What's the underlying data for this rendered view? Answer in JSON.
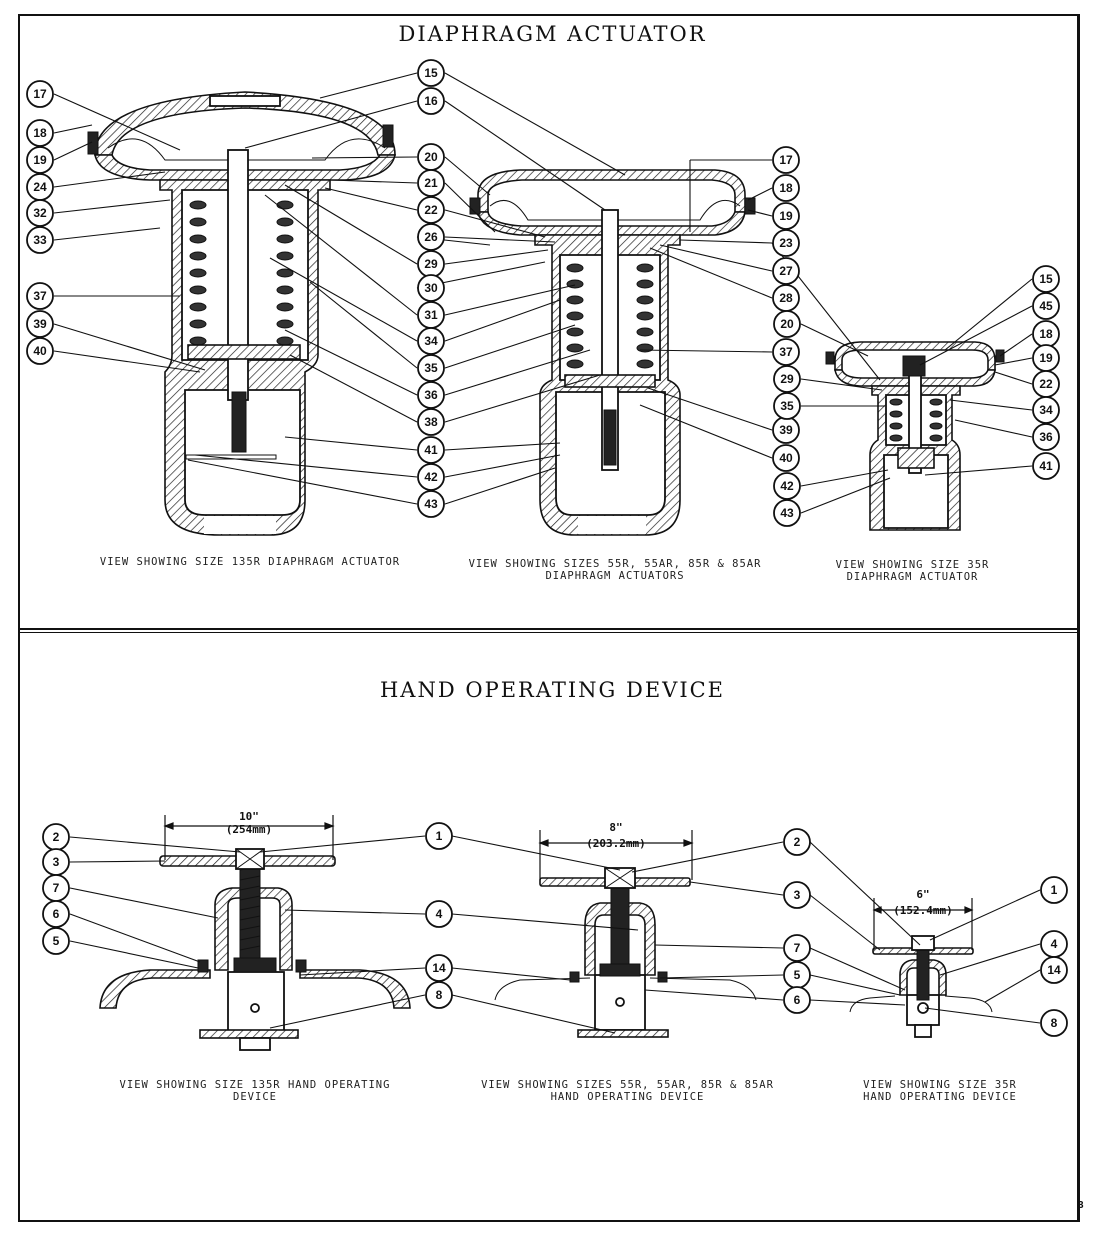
{
  "titles": {
    "top": "DIAPHRAGM ACTUATOR",
    "bottom": "HAND OPERATING DEVICE"
  },
  "captions": {
    "a1_line1": "VIEW SHOWING SIZE 135R DIAPHRAGM ACTUATOR",
    "a2_line1": "VIEW SHOWING SIZES 55R, 55AR, 85R & 85AR",
    "a2_line2": "DIAPHRAGM ACTUATORS",
    "a3_line1": "VIEW SHOWING SIZE 35R",
    "a3_line2": "DIAPHRAGM ACTUATOR",
    "h1_line1": "VIEW SHOWING SIZE 135R HAND OPERATING",
    "h1_line2": "DEVICE",
    "h2_line1": "VIEW SHOWING SIZES 55R, 55AR, 85R & 85AR",
    "h2_line2": "HAND OPERATING DEVICE",
    "h3_line1": "VIEW SHOWING SIZE 35R",
    "h3_line2": "HAND OPERATING DEVICE"
  },
  "dimensions": {
    "h1_in": "10\"",
    "h1_mm": "(254mm)",
    "h2_in": "8\"",
    "h2_mm": "(203.2mm)",
    "h3_in": "6\"",
    "h3_mm": "(152.4mm)"
  },
  "callouts": {
    "a1_left": [
      "17",
      "18",
      "19",
      "24",
      "32",
      "33",
      "37",
      "39",
      "40"
    ],
    "a1_2": [
      "15",
      "16",
      "20",
      "21",
      "22",
      "26",
      "29",
      "30",
      "31",
      "34",
      "35",
      "36",
      "38",
      "41",
      "42",
      "43"
    ],
    "a2_right": [
      "17",
      "18",
      "19",
      "23",
      "27",
      "28",
      "37",
      "39",
      "40"
    ],
    "a3_left": [
      "20",
      "29",
      "35",
      "42",
      "43"
    ],
    "a3_right": [
      "15",
      "45",
      "18",
      "19",
      "22",
      "34",
      "36",
      "41"
    ],
    "h1_left": [
      "2",
      "3",
      "7",
      "6",
      "5"
    ],
    "h1_right": [
      "1",
      "4",
      "14",
      "8"
    ],
    "h2_right": [
      "2",
      "3",
      "7",
      "5",
      "6"
    ],
    "h3_right": [
      "1",
      "4",
      "14",
      "8"
    ]
  },
  "page_number": "3"
}
